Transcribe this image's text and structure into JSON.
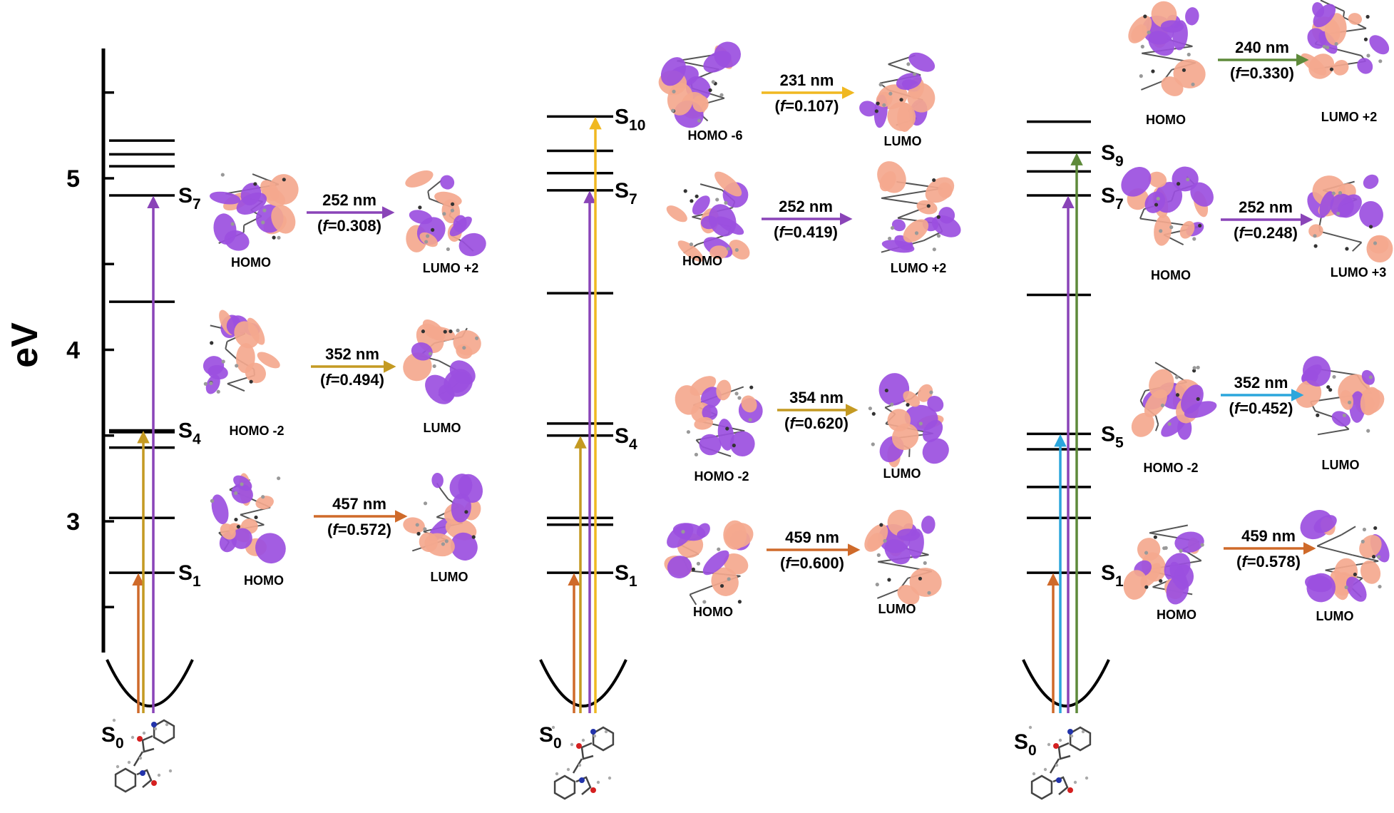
{
  "axis": {
    "label": "eV",
    "ticks": [
      {
        "value": 3,
        "label": "3"
      },
      {
        "value": 4,
        "label": "4"
      },
      {
        "value": 5,
        "label": "5"
      }
    ]
  },
  "panels": [
    {
      "ground": "S",
      "ground_sub": "0",
      "levels": [
        2.7,
        3.02,
        3.43,
        3.52,
        3.53,
        4.28,
        4.9,
        5.07,
        5.14,
        5.22
      ],
      "states": [
        {
          "base": "S",
          "sub": "1",
          "value": 2.7
        },
        {
          "base": "S",
          "sub": "4",
          "value": 3.53
        },
        {
          "base": "S",
          "sub": "7",
          "value": 4.9
        }
      ],
      "arrows": [
        {
          "to": 2.7,
          "color": "#cf6a2a"
        },
        {
          "to": 3.53,
          "color": "#c49a22"
        },
        {
          "to": 4.9,
          "color": "#8a44b8"
        }
      ],
      "transitions": [
        {
          "from": "HOMO",
          "to": "LUMO +2",
          "wavelength": "252 nm",
          "f_prefix": "(",
          "f_italic": "f",
          "f_value": "=0.308)",
          "color": "#8a44b8"
        },
        {
          "from": "HOMO -2",
          "to": "LUMO",
          "wavelength": "352 nm",
          "f_prefix": "(",
          "f_italic": "f",
          "f_value": "=0.494)",
          "color": "#c49a22"
        },
        {
          "from": "HOMO",
          "to": "LUMO",
          "wavelength": "457 nm",
          "f_prefix": "(",
          "f_italic": "f",
          "f_value": "=0.572)",
          "color": "#cf6a2a"
        }
      ]
    },
    {
      "ground": "S",
      "ground_sub": "0",
      "levels": [
        2.7,
        2.98,
        3.02,
        3.5,
        3.57,
        4.33,
        4.93,
        5.03,
        5.16,
        5.36
      ],
      "states": [
        {
          "base": "S",
          "sub": "1",
          "value": 2.7
        },
        {
          "base": "S",
          "sub": "4",
          "value": 3.5
        },
        {
          "base": "S",
          "sub": "7",
          "value": 4.93
        },
        {
          "base": "S",
          "sub": "10",
          "value": 5.36
        }
      ],
      "arrows": [
        {
          "to": 2.7,
          "color": "#cf6a2a"
        },
        {
          "to": 3.5,
          "color": "#c49a22"
        },
        {
          "to": 4.93,
          "color": "#8a44b8"
        },
        {
          "to": 5.36,
          "color": "#f0b821"
        }
      ],
      "transitions": [
        {
          "from": "HOMO -6",
          "to": "LUMO",
          "wavelength": "231 nm",
          "f_prefix": "(",
          "f_italic": "f",
          "f_value": "=0.107)",
          "color": "#f0b821"
        },
        {
          "from": "HOMO",
          "to": "LUMO +2",
          "wavelength": "252 nm",
          "f_prefix": "(",
          "f_italic": "f",
          "f_value": "=0.419)",
          "color": "#8a44b8"
        },
        {
          "from": "HOMO -2",
          "to": "LUMO",
          "wavelength": "354 nm",
          "f_prefix": "(",
          "f_italic": "f",
          "f_value": "=0.620)",
          "color": "#c49a22"
        },
        {
          "from": "HOMO",
          "to": "LUMO",
          "wavelength": "459 nm",
          "f_prefix": "(",
          "f_italic": "f",
          "f_value": "=0.600)",
          "color": "#cf6a2a"
        }
      ]
    },
    {
      "ground": "S",
      "ground_sub": "0",
      "levels": [
        2.7,
        3.02,
        3.2,
        3.42,
        3.51,
        4.32,
        4.9,
        5.04,
        5.15,
        5.33
      ],
      "states": [
        {
          "base": "S",
          "sub": "1",
          "value": 2.7
        },
        {
          "base": "S",
          "sub": "5",
          "value": 3.51
        },
        {
          "base": "S",
          "sub": "7",
          "value": 4.9
        },
        {
          "base": "S",
          "sub": "9",
          "value": 5.15
        }
      ],
      "arrows": [
        {
          "to": 2.7,
          "color": "#cf6a2a"
        },
        {
          "to": 3.51,
          "color": "#2ba6dc"
        },
        {
          "to": 4.9,
          "color": "#8a44b8"
        },
        {
          "to": 5.15,
          "color": "#5e8a3a"
        }
      ],
      "transitions": [
        {
          "from": "HOMO",
          "to": "LUMO +2",
          "wavelength": "240 nm",
          "f_prefix": "(",
          "f_italic": "f",
          "f_value": "=0.330)",
          "color": "#5e8a3a"
        },
        {
          "from": "HOMO",
          "to": "LUMO +3",
          "wavelength": "252 nm",
          "f_prefix": "(",
          "f_italic": "f",
          "f_value": "=0.248)",
          "color": "#8a44b8"
        },
        {
          "from": "HOMO -2",
          "to": "LUMO",
          "wavelength": "352 nm",
          "f_prefix": "(",
          "f_italic": "f",
          "f_value": "=0.452)",
          "color": "#2ba6dc"
        },
        {
          "from": "HOMO",
          "to": "LUMO",
          "wavelength": "459 nm",
          "f_prefix": "(",
          "f_italic": "f",
          "f_value": "=0.578)",
          "color": "#cf6a2a"
        }
      ]
    }
  ],
  "colors": {
    "orbital_lobe_a": "#9b4fe0",
    "orbital_lobe_b": "#f4a88e",
    "line": "#000000"
  }
}
